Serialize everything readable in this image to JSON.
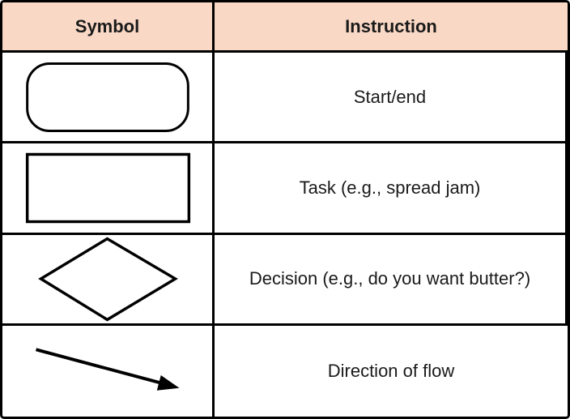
{
  "header": {
    "symbol_label": "Symbol",
    "instruction_label": "Instruction"
  },
  "rows": [
    {
      "symbol_icon": "terminator-rounded-rectangle",
      "instruction": "Start/end"
    },
    {
      "symbol_icon": "process-rectangle",
      "instruction": "Task (e.g., spread jam)"
    },
    {
      "symbol_icon": "decision-diamond",
      "instruction": "Decision (e.g., do you want butter?)"
    },
    {
      "symbol_icon": "flow-arrow",
      "instruction": "Direction of flow"
    }
  ],
  "colors": {
    "header_bg": "#FAD8C6",
    "border": "#000000",
    "text": "#1A1A1A",
    "row_bg": "#FFFFFF"
  }
}
